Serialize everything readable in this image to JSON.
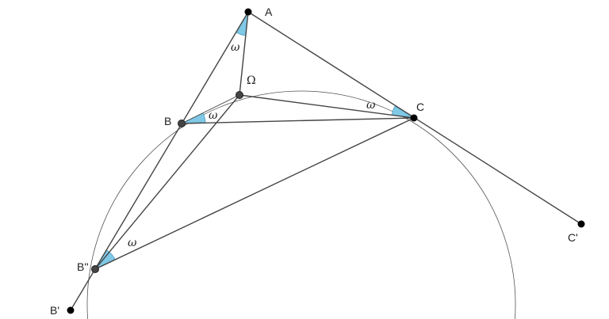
{
  "points": {
    "A": {
      "label": "A"
    },
    "B": {
      "label": "B"
    },
    "C": {
      "label": "C"
    },
    "Omega": {
      "label": "Ω"
    },
    "B2": {
      "label": "B''"
    },
    "B1": {
      "label": "B'"
    },
    "C1": {
      "label": "C'"
    }
  },
  "angle_label": "ω",
  "colors": {
    "wedge": "#7fc8e6",
    "line": "#444444",
    "point": "#000000"
  }
}
